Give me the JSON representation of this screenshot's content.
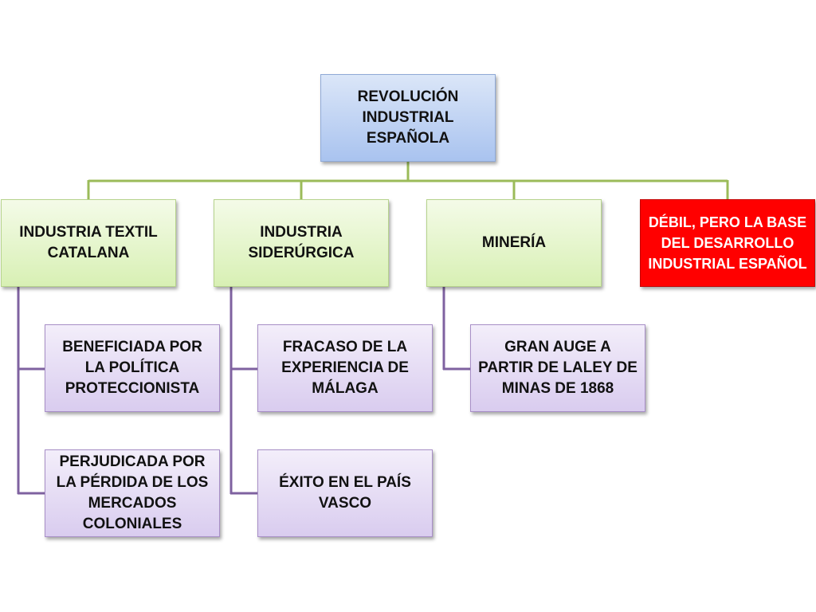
{
  "root": {
    "label": "REVOLUCIÓN INDUSTRIAL ESPAÑOLA"
  },
  "branches": [
    {
      "label": "INDUSTRIA TEXTIL CATALANA",
      "children": [
        {
          "label": "BENEFICIADA POR LA POLÍTICA PROTECCIONISTA"
        },
        {
          "label": "PERJUDICADA POR LA PÉRDIDA DE LOS MERCADOS COLONIALES"
        }
      ]
    },
    {
      "label": "INDUSTRIA SIDERÚRGICA",
      "children": [
        {
          "label": "FRACASO DE LA EXPERIENCIA DE MÁLAGA"
        },
        {
          "label": "ÉXITO EN EL PAÍS VASCO"
        }
      ]
    },
    {
      "label": "MINERÍA",
      "children": [
        {
          "label": "GRAN AUGE A PARTIR DE LALEY DE MINAS DE 1868"
        }
      ]
    },
    {
      "label": "DÉBIL, PERO LA BASE DEL DESARROLLO INDUSTRIAL ESPAÑOL",
      "children": []
    }
  ],
  "colors": {
    "connector_green": "#9bbb59",
    "connector_purple": "#7f62a0",
    "root_fill": "#b4cdf2",
    "branch_fill": "#e2f5c8",
    "child_fill": "#e0d6f1",
    "highlight_fill": "#ff0000",
    "highlight_text": "#ffffff"
  }
}
